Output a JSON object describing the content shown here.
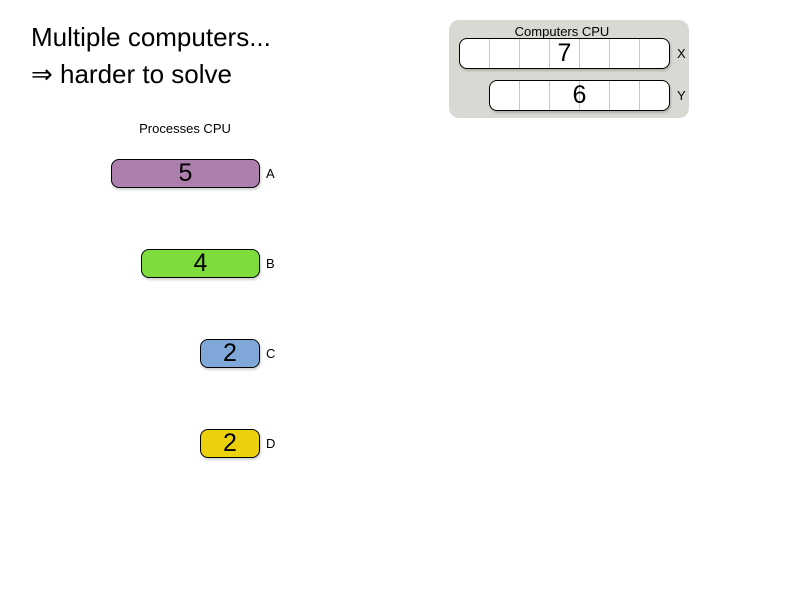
{
  "title": {
    "line1": "Multiple computers...",
    "line2": "⇒ harder to solve"
  },
  "computers": {
    "panel_title": "Computers CPU",
    "items": [
      {
        "label": "X",
        "value": "7",
        "capacity": 7
      },
      {
        "label": "Y",
        "value": "6",
        "capacity": 6
      }
    ]
  },
  "processes": {
    "section_title": "Processes CPU",
    "items": [
      {
        "label": "A",
        "value": "5",
        "cpu": 5,
        "color": "#AC7FAC"
      },
      {
        "label": "B",
        "value": "4",
        "cpu": 4,
        "color": "#7EDD3C"
      },
      {
        "label": "C",
        "value": "2",
        "cpu": 2,
        "color": "#7FA8D9"
      },
      {
        "label": "D",
        "value": "2",
        "cpu": 2,
        "color": "#EBD00E"
      }
    ]
  },
  "colors": {
    "panel_bg": "#D9D9D3",
    "bar_bg": "#FFFFFF",
    "cell_line": "#C6C6C6"
  }
}
